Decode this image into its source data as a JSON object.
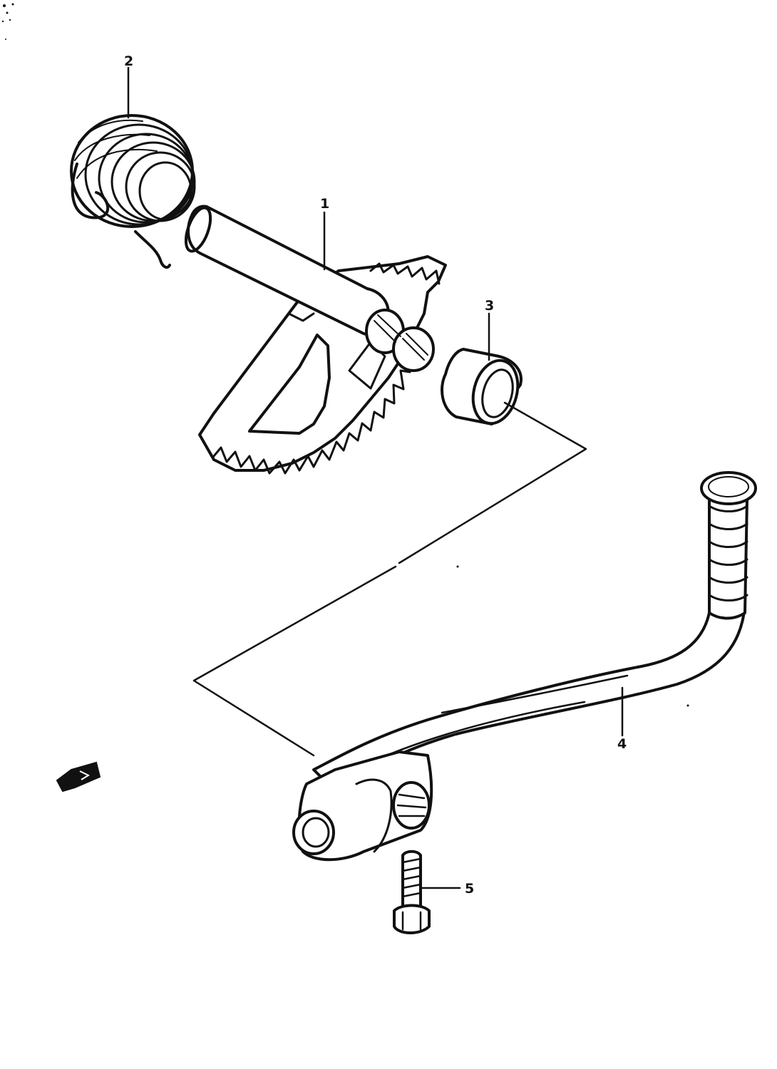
{
  "diagram": {
    "callouts": [
      {
        "id": "1",
        "label": "1"
      },
      {
        "id": "2",
        "label": "2"
      },
      {
        "id": "3",
        "label": "3"
      },
      {
        "id": "4",
        "label": "4"
      },
      {
        "id": "5",
        "label": "5"
      }
    ],
    "colors": {
      "ink": "#111111",
      "paper": "#ffffff"
    }
  }
}
